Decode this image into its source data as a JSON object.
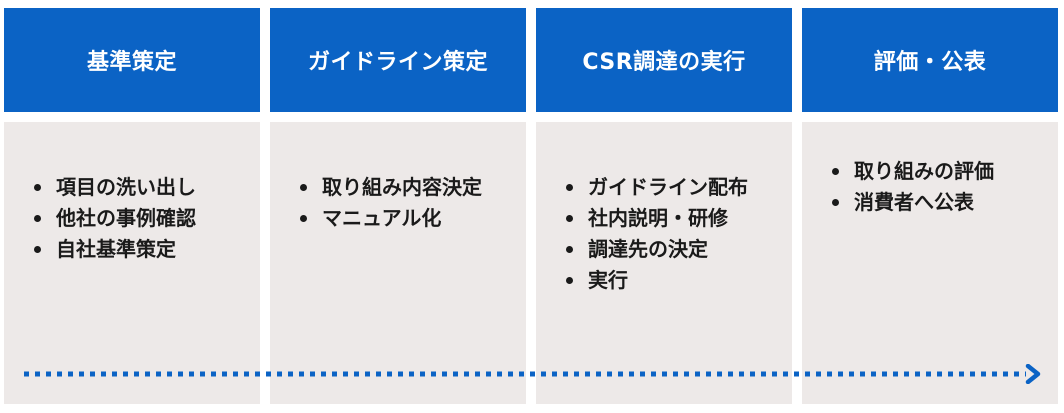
{
  "colors": {
    "header_bg": "#0b63c5",
    "header_text": "#ffffff",
    "panel_bg": "#ede9e8",
    "body_text": "#1a1a1a",
    "arrow": "#0b63c5"
  },
  "steps": [
    {
      "title": "基準策定",
      "items": [
        "項目の洗い出し",
        "他社の事例確認",
        "自社基準策定"
      ]
    },
    {
      "title": "ガイドライン策定",
      "items": [
        "取り組み内容決定",
        "マニュアル化"
      ]
    },
    {
      "title": "CSR調達の実行",
      "items": [
        "ガイドライン配布",
        "社内説明・研修",
        "調達先の決定",
        "実行"
      ]
    },
    {
      "title": "評価・公表",
      "items": [
        "取り組みの評価",
        "消費者へ公表"
      ]
    }
  ]
}
